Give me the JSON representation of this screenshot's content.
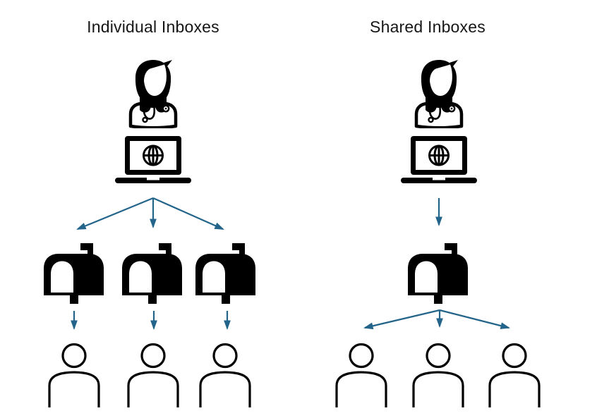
{
  "diagram": {
    "type": "comparison-flow",
    "columns": [
      {
        "id": "individual",
        "title": "Individual Inboxes",
        "sender_icon": "doctor-with-laptop",
        "mailbox_count": 3,
        "recipient_count": 3,
        "flow": "one sender fans out to three mailboxes, each mailbox goes to one recipient"
      },
      {
        "id": "shared",
        "title": "Shared Inboxes",
        "sender_icon": "doctor-with-laptop",
        "mailbox_count": 1,
        "recipient_count": 3,
        "flow": "one sender goes to one shared mailbox which fans out to three recipients"
      }
    ]
  },
  "colors": {
    "arrow": "#23648A",
    "icon": "#000000",
    "background": "#FFFFFF"
  }
}
